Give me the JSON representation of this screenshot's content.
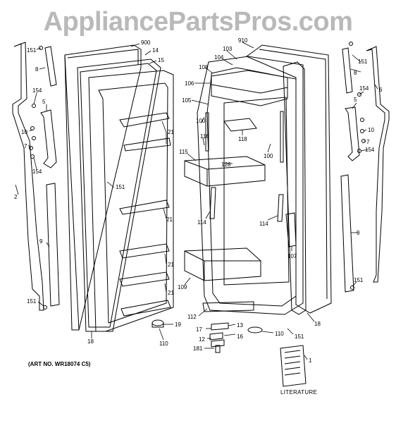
{
  "watermark": "AppliancePartsPros.com",
  "art_no": "(ART NO. WR18074 C5)",
  "literature_label": "LITERATURE",
  "callouts": [
    {
      "id": "c151a",
      "text": "151"
    },
    {
      "id": "c8a",
      "text": "8"
    },
    {
      "id": "c154a",
      "text": "154"
    },
    {
      "id": "c5a",
      "text": "5"
    },
    {
      "id": "c10a",
      "text": "10"
    },
    {
      "id": "c7a",
      "text": "7"
    },
    {
      "id": "c154b",
      "text": "154"
    },
    {
      "id": "c2",
      "text": "2"
    },
    {
      "id": "c9a",
      "text": "9"
    },
    {
      "id": "c151b",
      "text": "151"
    },
    {
      "id": "c900",
      "text": "900"
    },
    {
      "id": "c14",
      "text": "14"
    },
    {
      "id": "c15",
      "text": "15"
    },
    {
      "id": "c21a",
      "text": "21"
    },
    {
      "id": "c151c",
      "text": "151"
    },
    {
      "id": "c21b",
      "text": "21"
    },
    {
      "id": "c21c",
      "text": "21"
    },
    {
      "id": "c21d",
      "text": "21"
    },
    {
      "id": "c19",
      "text": "19"
    },
    {
      "id": "c18a",
      "text": "18"
    },
    {
      "id": "c110a",
      "text": "110"
    },
    {
      "id": "c910",
      "text": "910"
    },
    {
      "id": "c103",
      "text": "103"
    },
    {
      "id": "c104",
      "text": "104"
    },
    {
      "id": "c108",
      "text": "108"
    },
    {
      "id": "c106",
      "text": "106"
    },
    {
      "id": "c105",
      "text": "105"
    },
    {
      "id": "c100a",
      "text": "100"
    },
    {
      "id": "c116",
      "text": "116"
    },
    {
      "id": "c118",
      "text": "118"
    },
    {
      "id": "c115",
      "text": "115"
    },
    {
      "id": "c128",
      "text": "128"
    },
    {
      "id": "c100b",
      "text": "100"
    },
    {
      "id": "c114a",
      "text": "114"
    },
    {
      "id": "c114b",
      "text": "114"
    },
    {
      "id": "c107",
      "text": "107"
    },
    {
      "id": "c109",
      "text": "109"
    },
    {
      "id": "c112",
      "text": "112"
    },
    {
      "id": "c13",
      "text": "13"
    },
    {
      "id": "c17",
      "text": "17"
    },
    {
      "id": "c16",
      "text": "16"
    },
    {
      "id": "c12",
      "text": "12"
    },
    {
      "id": "c181",
      "text": "181"
    },
    {
      "id": "c110b",
      "text": "110"
    },
    {
      "id": "c151d",
      "text": "151"
    },
    {
      "id": "c18b",
      "text": "18"
    },
    {
      "id": "c1",
      "text": "1"
    },
    {
      "id": "c151e",
      "text": "151"
    },
    {
      "id": "c8b",
      "text": "8"
    },
    {
      "id": "c6",
      "text": "6"
    },
    {
      "id": "c154c",
      "text": "154"
    },
    {
      "id": "c5b",
      "text": "5"
    },
    {
      "id": "c10b",
      "text": "10"
    },
    {
      "id": "c7b",
      "text": "7"
    },
    {
      "id": "c154d",
      "text": "154"
    },
    {
      "id": "c9b",
      "text": "9"
    },
    {
      "id": "c151f",
      "text": "151"
    }
  ]
}
